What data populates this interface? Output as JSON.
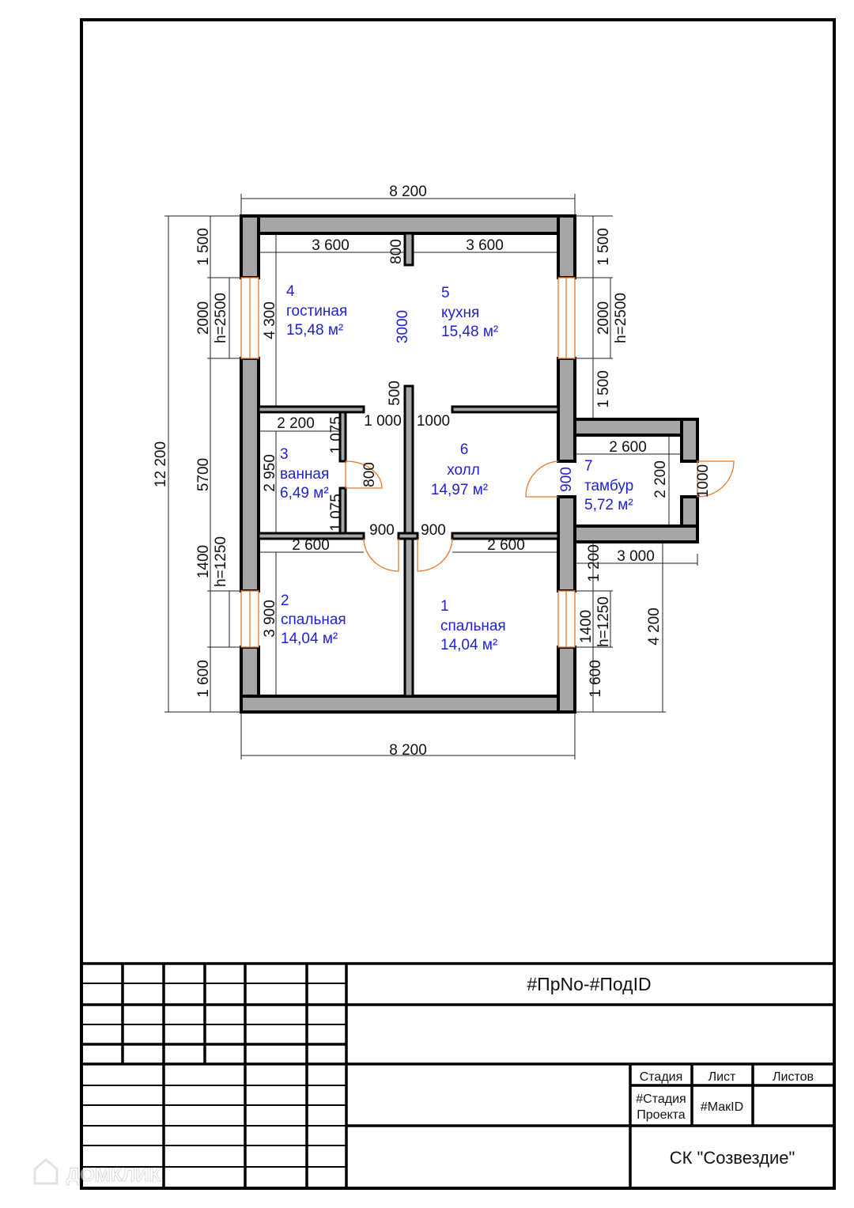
{
  "colors": {
    "room_label": "#1f1fd0",
    "wall_fill": "#a6a6a6",
    "door_window": "#e87722"
  },
  "rooms": [
    {
      "number": "4",
      "name": "гостиная",
      "area": "15,48 м²"
    },
    {
      "number": "5",
      "name": "кухня",
      "area": "15,48 м²"
    },
    {
      "number": "3",
      "name": "ванная",
      "area": "6,49 м²"
    },
    {
      "number": "6",
      "name": "холл",
      "area": "14,97 м²"
    },
    {
      "number": "7",
      "name": "тамбур",
      "area": "5,72 м²"
    },
    {
      "number": "2",
      "name": "спальная",
      "area": "14,04 м²"
    },
    {
      "number": "1",
      "name": "спальная",
      "area": "14,04 м²"
    }
  ],
  "dimensions": {
    "overall_width_top": "8 200",
    "overall_width_bottom": "8 200",
    "overall_height": "12 200",
    "living_width": "3 600",
    "kitchen_width": "3 600",
    "stub_800": "800",
    "opening_3000": "3000",
    "stub_500": "500",
    "living_depth": "4 300",
    "left_1500": "1 500",
    "left_window_2000": "2000",
    "left_window_h2500": "h=2500",
    "left_5700": "5700",
    "left_window_1400": "1400",
    "left_window_h1250": "h=1250",
    "left_1600": "1 600",
    "right_1500_top": "1 500",
    "right_window_2000": "2000",
    "right_window_h2500": "h=2500",
    "right_1500_mid": "1 500",
    "right_1200": "1 200",
    "right_window_1400": "1400",
    "right_window_h1250": "h=1250",
    "right_1600": "1 600",
    "right_4200": "4 200",
    "tambur_depth": "2 200",
    "tambur_door": "1000",
    "tambur_width": "2 600",
    "tambur_3000": "3 000",
    "hall_door": "900",
    "bath_width": "2 200",
    "bath_1075_top": "1 075",
    "bath_depth": "2 950",
    "bath_door": "800",
    "bath_1075_bottom": "1 075",
    "hall_1000_left": "1 000",
    "hall_1000_right": "1000",
    "bed2_door": "900",
    "bed1_door": "900",
    "bed2_width": "2 600",
    "bed1_width": "2 600",
    "bed2_depth": "3 900"
  },
  "title_block": {
    "project_code": "#ПрNo-#ПодID",
    "stage_header": "Стадия",
    "sheet_header": "Лист",
    "sheets_header": "Листов",
    "stage_value_line1": "#Стадия",
    "stage_value_line2": "Проекта",
    "sheet_value": "#МакID",
    "company": "СК \"Созвездие\""
  },
  "watermark": "ДОМКЛИК"
}
